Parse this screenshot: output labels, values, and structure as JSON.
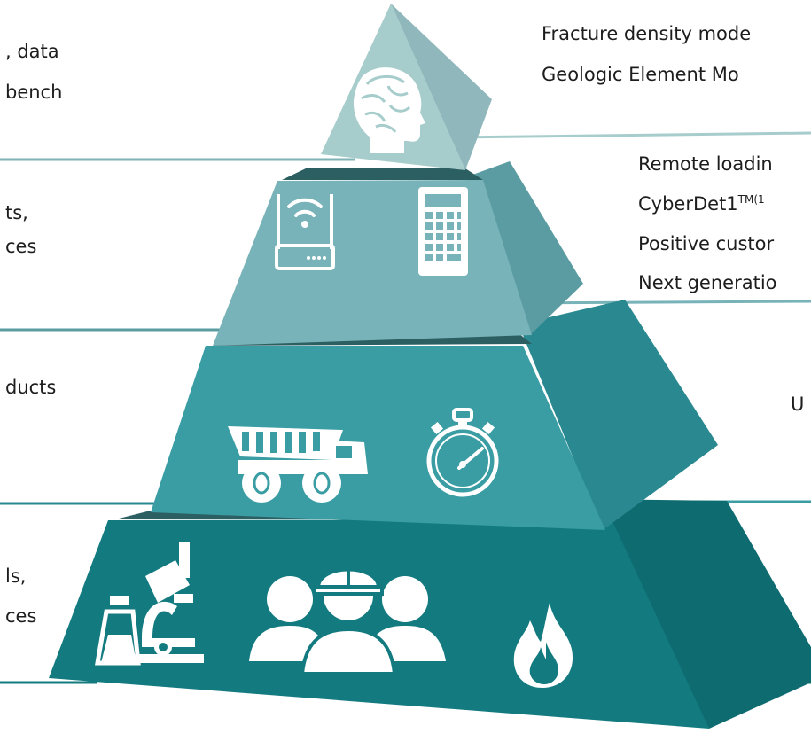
{
  "colors": {
    "tier1_front": "#a7cccc",
    "tier1_side": "#90b8bc",
    "tier2_front": "#77b3b8",
    "tier2_side": "#5a9ca2",
    "tier3_front": "#3a9da4",
    "tier3_side": "#2a8990",
    "tier4_front": "#137b80",
    "tier4_side": "#0e6b70",
    "gap_dark": "#2c5f62",
    "leader_line": "#7fb3b6"
  },
  "left_labels": {
    "l1": ", data",
    "l2": "bench",
    "l3": "ts,",
    "l4": "ces",
    "l5": "ducts",
    "l6": "ls,",
    "l7": "ces"
  },
  "right_labels": {
    "r1": "Fracture density mode",
    "r2": "Geologic Element Mo",
    "r3": "Remote loadin",
    "r4_main": "CyberDet1",
    "r4_sup": "TM(1",
    "r5": "Positive custor",
    "r6": "Next generatio",
    "r7": "U"
  },
  "icons": {
    "tier1": [
      "brain-head-icon"
    ],
    "tier2": [
      "wifi-router-icon",
      "calculator-icon"
    ],
    "tier3": [
      "haul-truck-icon",
      "stopwatch-icon"
    ],
    "tier4": [
      "microscope-lab-icon",
      "workers-team-icon",
      "flame-icon"
    ]
  }
}
